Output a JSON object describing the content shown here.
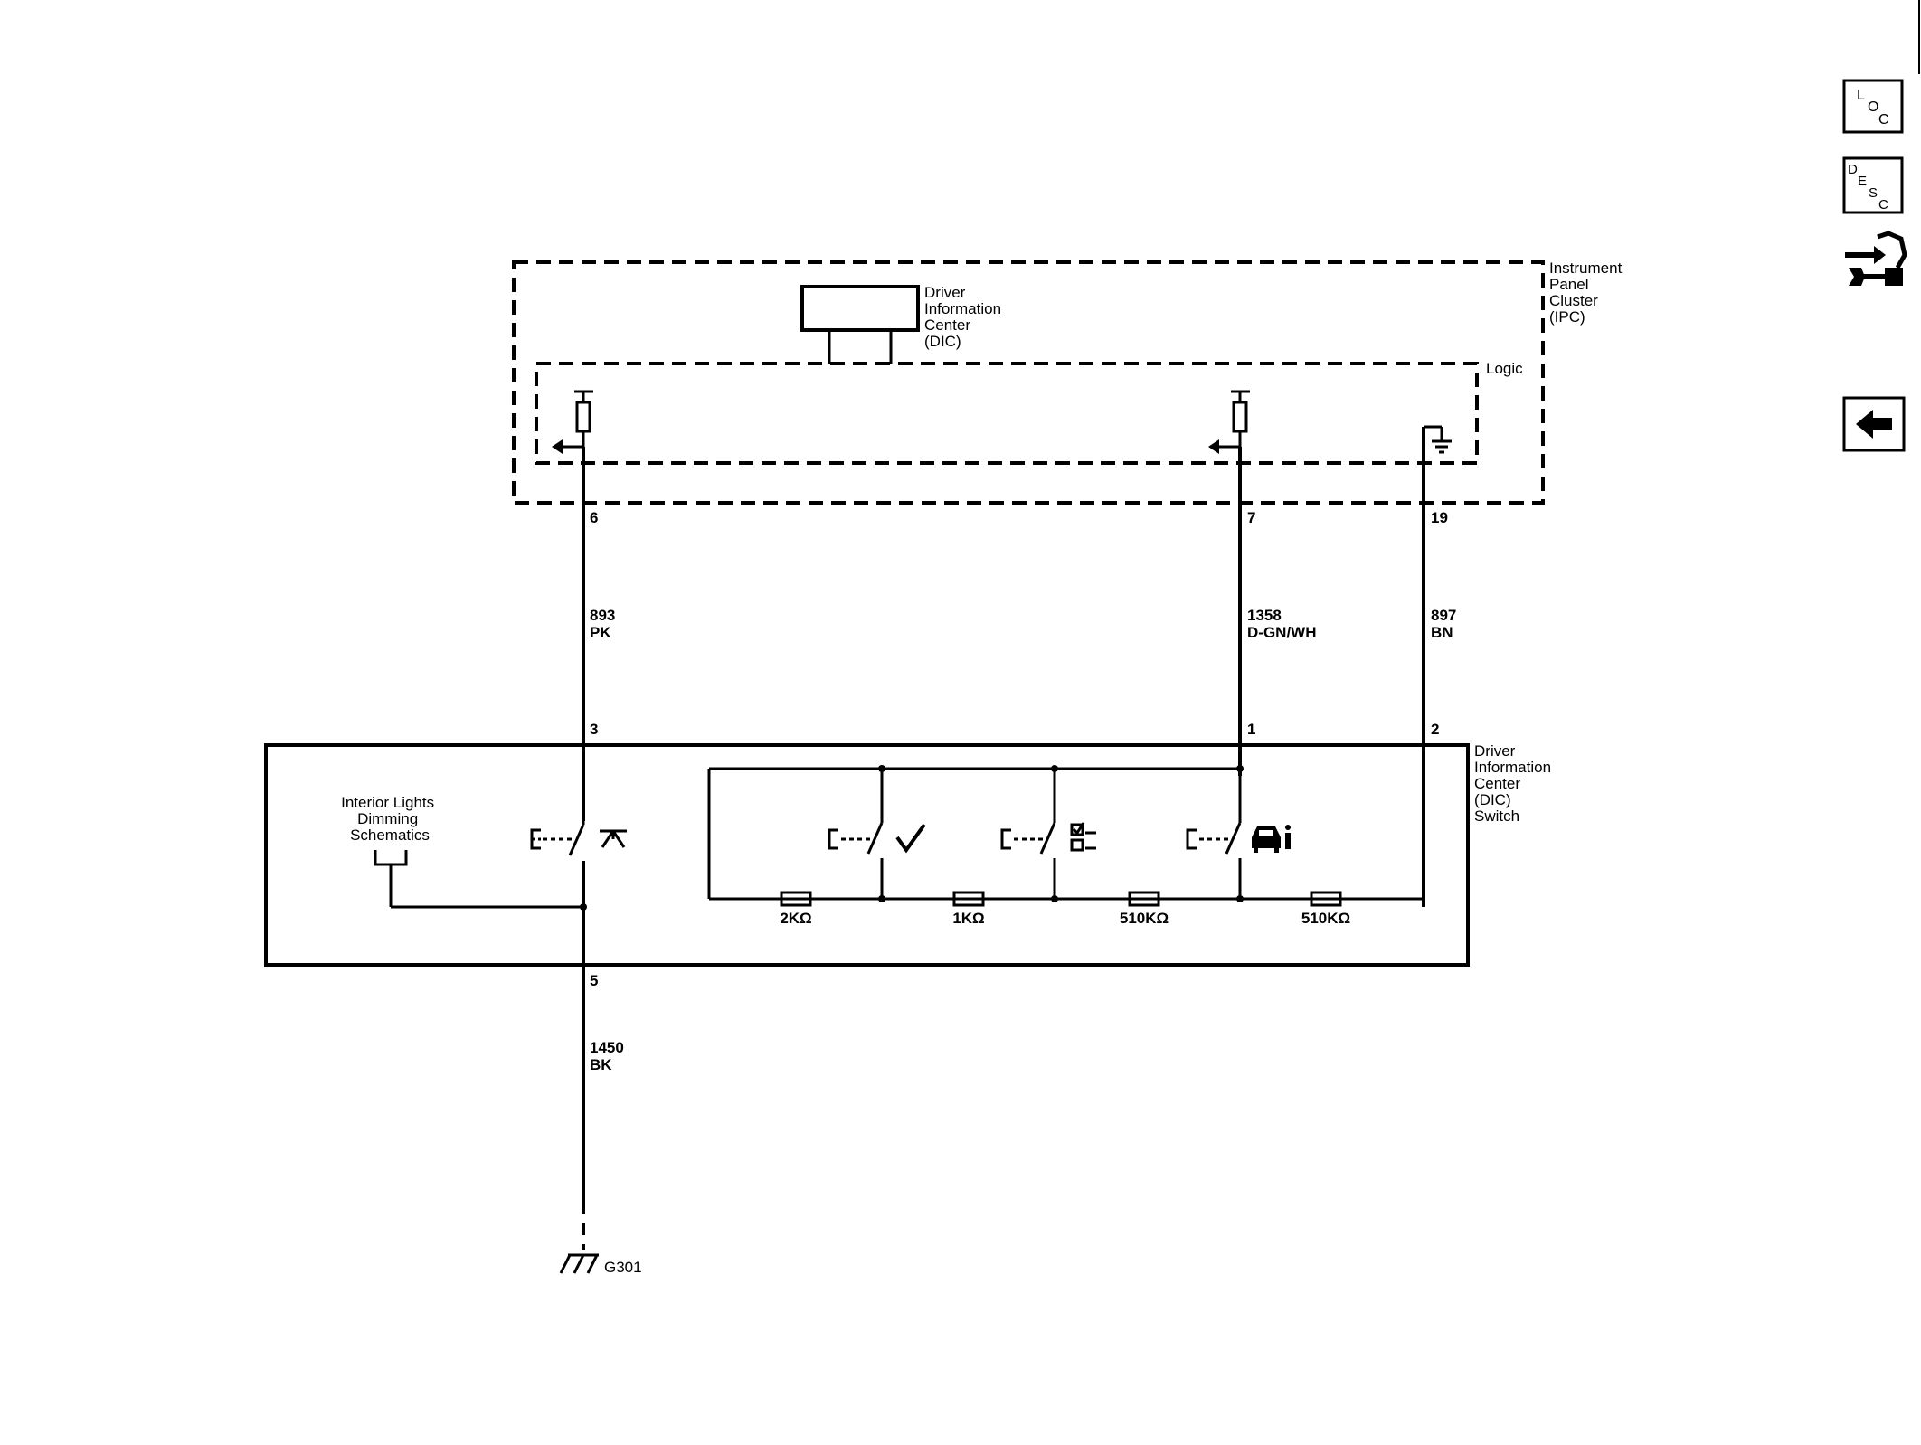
{
  "modules": {
    "ipc": {
      "lines": [
        "Instrument",
        "Panel",
        "Cluster",
        "(IPC)"
      ]
    },
    "logic": {
      "label": "Logic"
    },
    "dic": {
      "lines": [
        "Driver",
        "Information",
        "Center",
        "(DIC)"
      ]
    },
    "dic_switch": {
      "lines": [
        "Driver",
        "Information",
        "Center",
        "(DIC)",
        "Switch"
      ]
    },
    "interior_lights": {
      "lines": [
        "Interior Lights",
        "Dimming",
        "Schematics"
      ]
    }
  },
  "pins": {
    "ipc_6": "6",
    "ipc_7": "7",
    "ipc_19": "19",
    "sw_3": "3",
    "sw_1": "1",
    "sw_2": "2",
    "sw_5": "5"
  },
  "wires": {
    "w893": {
      "circuit": "893",
      "color": "PK"
    },
    "w1358": {
      "circuit": "1358",
      "color": "D-GN/WH"
    },
    "w897": {
      "circuit": "897",
      "color": "BN"
    },
    "w1450": {
      "circuit": "1450",
      "color": "BK"
    }
  },
  "resistors": [
    "2KΩ",
    "1KΩ",
    "510KΩ",
    "510KΩ"
  ],
  "ground": {
    "label": "G301"
  },
  "switch_icons": [
    "dimming-icon",
    "check-icon",
    "menu-list-icon",
    "vehicle-info-icon"
  ],
  "side_buttons": {
    "loc": {
      "l1": "L",
      "l2": "O",
      "l3": "C"
    },
    "desc": {
      "l1": "D",
      "l2": "E",
      "l3": "S",
      "l4": "C"
    },
    "conn_icon": "connector-wrench-icon",
    "back_icon": "back-arrow-icon"
  }
}
